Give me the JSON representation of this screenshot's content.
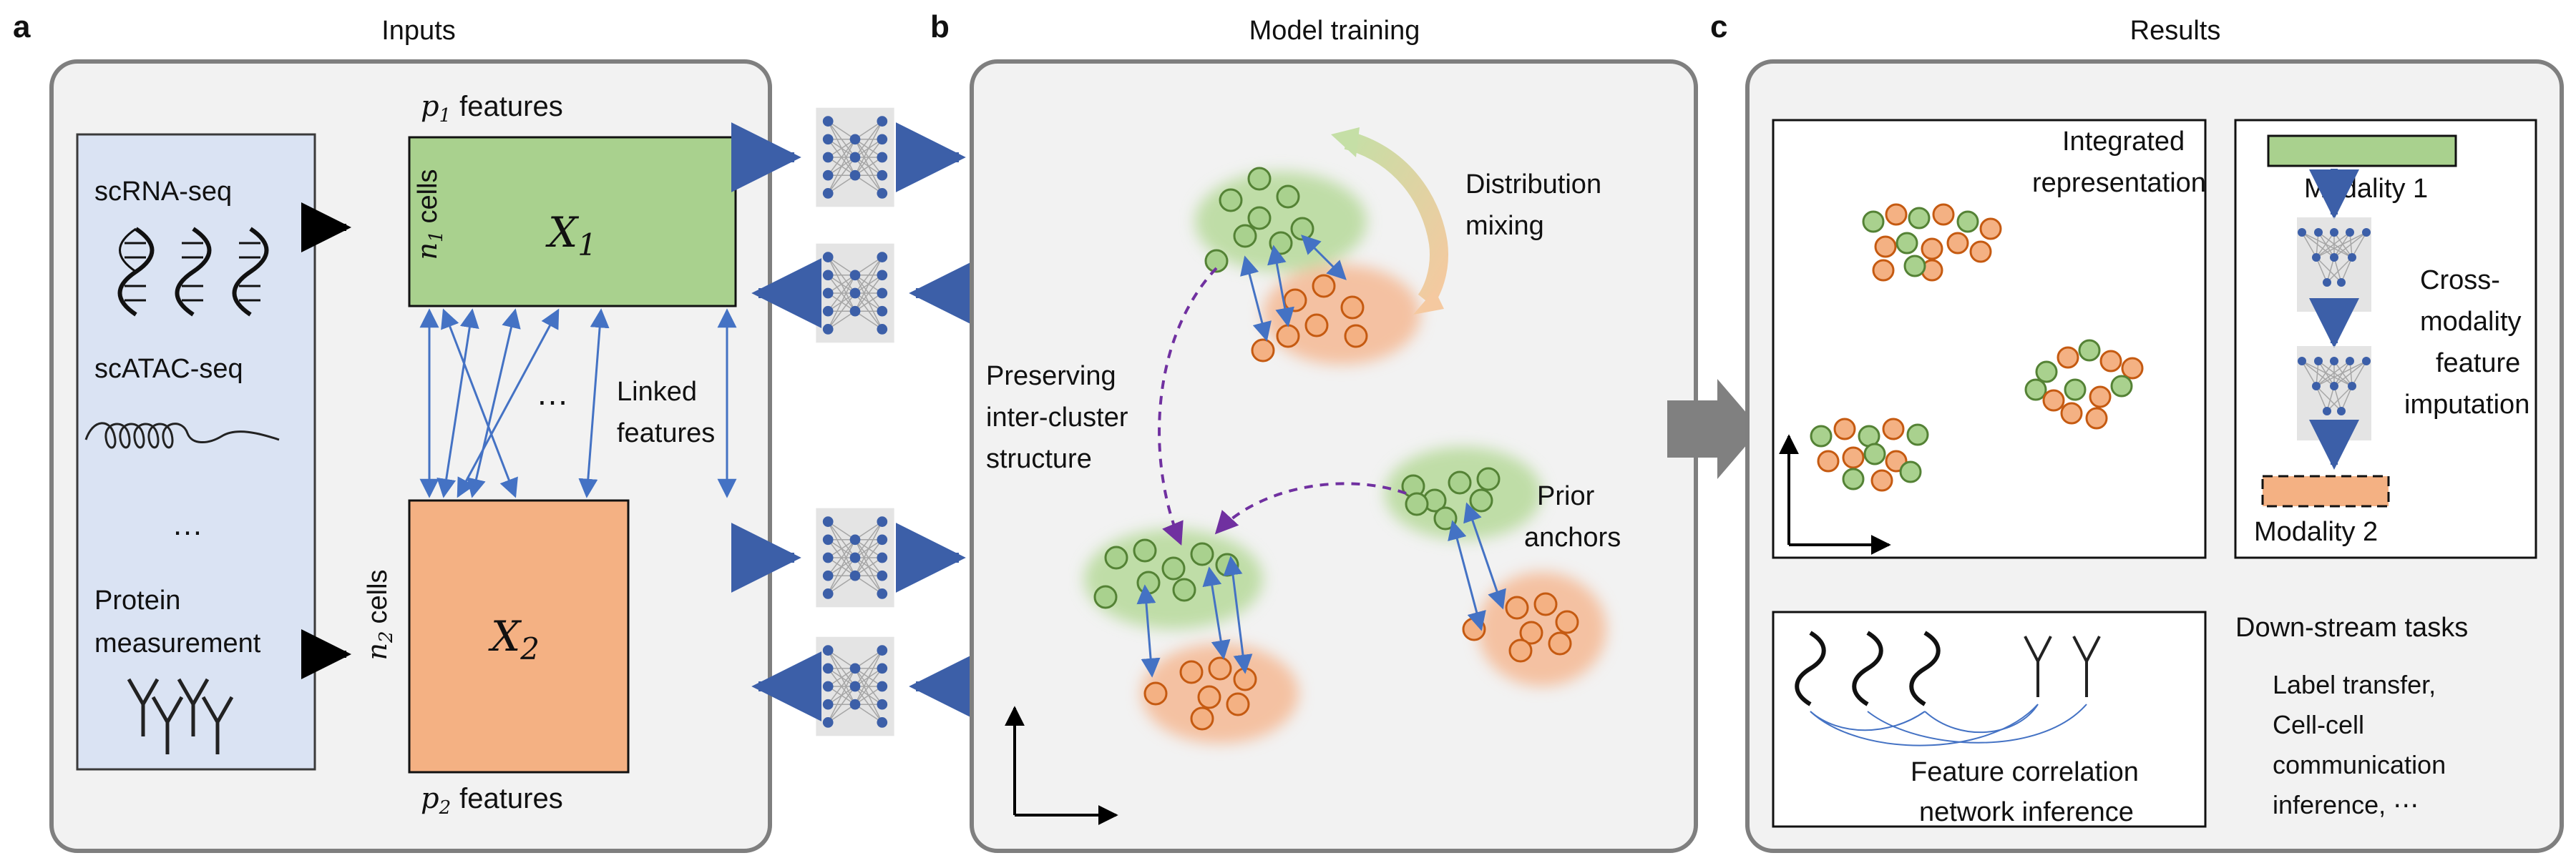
{
  "panels": {
    "a": {
      "letter": "a",
      "title": "Inputs"
    },
    "b": {
      "letter": "b",
      "title": "Model training"
    },
    "c": {
      "letter": "c",
      "title": "Results"
    }
  },
  "inputs": {
    "modalities": [
      "scRNA-seq",
      "scATAC-seq",
      "…",
      "Protein",
      "measurement"
    ],
    "p1_features": "features",
    "n1_cells": "cells",
    "x1": "X",
    "x1_sub": "1",
    "x2": "X",
    "x2_sub": "2",
    "n2_cells": "cells",
    "p2_features": "features",
    "linked_features": [
      "Linked",
      "features"
    ],
    "ellipsis": "…",
    "p_var": "p",
    "n_var": "n",
    "sub1": "1",
    "sub2": "2"
  },
  "training": {
    "distribution_mixing": [
      "Distribution",
      "mixing"
    ],
    "preserving": [
      "Preserving",
      "inter-cluster",
      "structure"
    ],
    "prior_anchors": [
      "Prior",
      "anchors"
    ]
  },
  "results": {
    "integrated": [
      "Integrated",
      "representation"
    ],
    "modality1": "Modality 1",
    "modality2": "Modality 2",
    "cross_modality": [
      "Cross-",
      "modality",
      "feature",
      "imputation"
    ],
    "feature_corr": [
      "Feature correlation",
      "network inference"
    ],
    "downstream_title": "Down-stream tasks",
    "downstream_items": [
      "Label transfer,",
      "Cell-cell",
      "communication",
      "inference, ⋯"
    ]
  },
  "colors": {
    "green_fill": "#b2d28d",
    "green_cell": "#a9d18e",
    "orange_fill": "#f2b58d",
    "orange_cell": "#f4b183",
    "blue_arrow": "#3c5fa8",
    "blue_light": "#dae3f3",
    "purple_dash": "#7030a0",
    "panel_bg": "#f2f2f2",
    "panel_border": "#808080"
  }
}
